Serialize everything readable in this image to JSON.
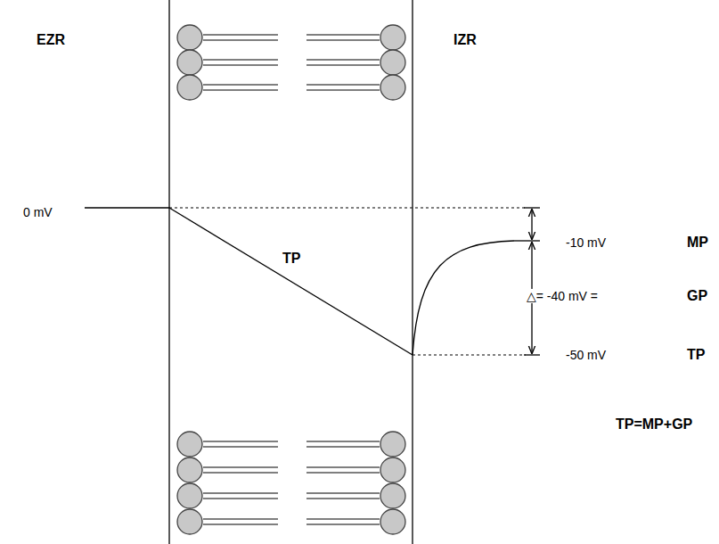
{
  "diagram": {
    "labels": [
      "EZR",
      "IZR",
      "0 mV",
      "TP",
      "-10 mV",
      "MP",
      "△= -40 mV =",
      "GP",
      "-50 mV",
      "TP",
      "TP=MP+GP"
    ]
  }
}
